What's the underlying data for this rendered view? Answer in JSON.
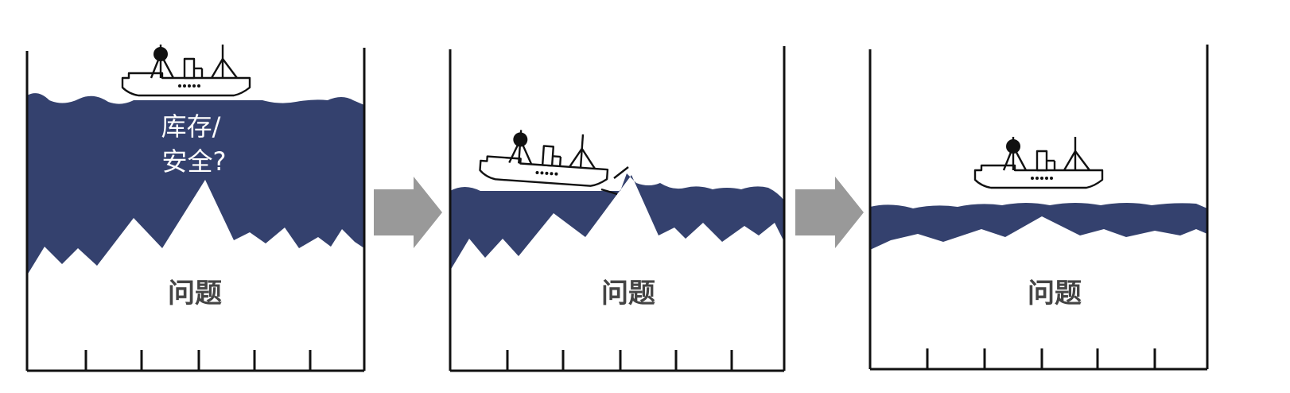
{
  "panels": [
    {
      "id": "high-water",
      "water_text_lines": [
        "库存/",
        "安全?"
      ],
      "bottom_label": "问题"
    },
    {
      "id": "lowered-water",
      "bottom_label": "问题"
    },
    {
      "id": "low-water",
      "bottom_label": "问题"
    }
  ],
  "colors": {
    "water": "#34416e",
    "arrow": "#999999",
    "label": "#444444"
  }
}
